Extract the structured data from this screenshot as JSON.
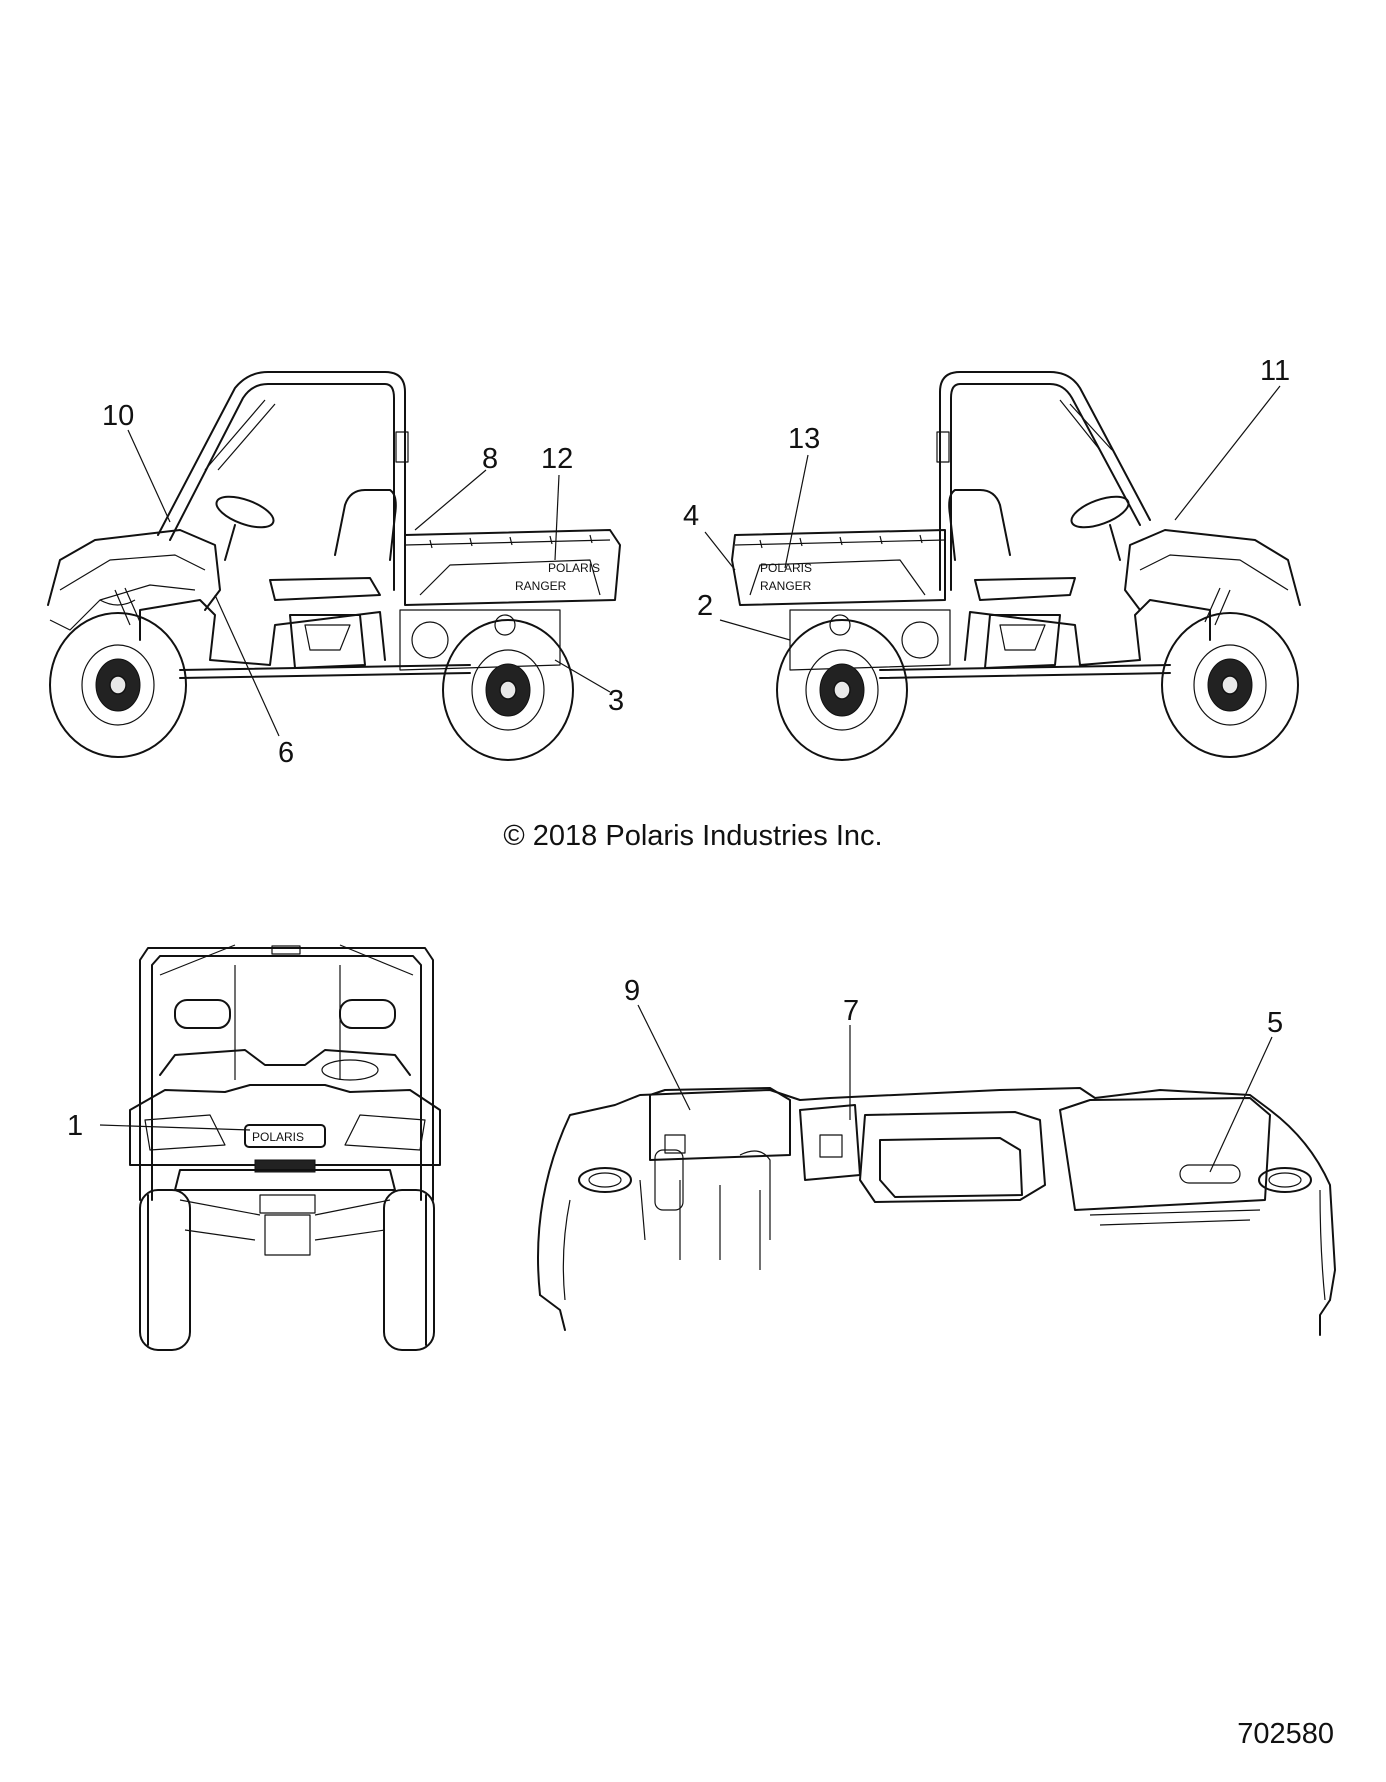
{
  "diagram": {
    "callouts": [
      "1",
      "2",
      "3",
      "4",
      "5",
      "6",
      "7",
      "8",
      "9",
      "10",
      "11",
      "12",
      "13"
    ],
    "decal_text": {
      "brand": "POLARIS",
      "model": "RANGER"
    },
    "copyright": "© 2018 Polaris Industries Inc.",
    "part_number": "702580"
  }
}
